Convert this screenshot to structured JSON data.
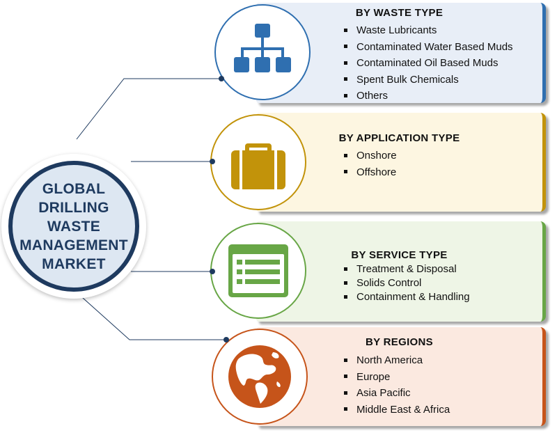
{
  "hub": {
    "title": "GLOBAL\nDRILLING\nWASTE\nMANAGEMENT\nMARKET"
  },
  "colors": {
    "navy": "#1e3a5f",
    "waste": "#2f6fb0",
    "application": "#c2930a",
    "service": "#68a646",
    "regions": "#c6541a"
  },
  "segments": [
    {
      "title": "BY WASTE TYPE",
      "icon": "hierarchy-icon",
      "items": [
        "Waste Lubricants",
        "Contaminated Water Based Muds",
        "Contaminated Oil Based Muds",
        "Spent Bulk Chemicals",
        "Others"
      ]
    },
    {
      "title": "BY APPLICATION TYPE",
      "icon": "briefcase-icon",
      "items": [
        "Onshore",
        "Offshore"
      ]
    },
    {
      "title": "BY SERVICE TYPE",
      "icon": "list-window-icon",
      "items": [
        "Treatment & Disposal",
        "Solids Control",
        "Containment & Handling"
      ]
    },
    {
      "title": "BY REGIONS",
      "icon": "globe-icon",
      "items": [
        "North America",
        "Europe",
        "Asia Pacific",
        "Middle East & Africa"
      ]
    }
  ]
}
